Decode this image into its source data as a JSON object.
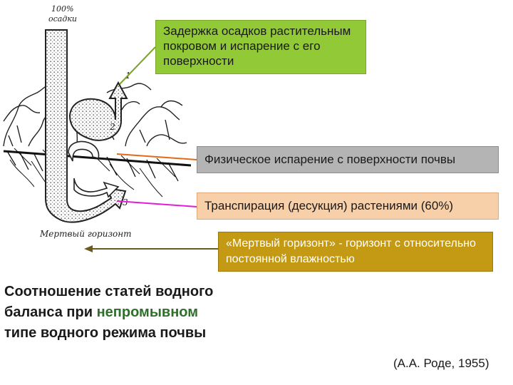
{
  "diagram": {
    "top_label_line1": "100%",
    "top_label_line2": "осадки",
    "marker_1": "1",
    "marker_2": "2",
    "marker_3": "3",
    "dead_horizon_label": "Мертвый горизонт"
  },
  "callouts": {
    "canopy": "Задержка осадков растительным покровом и испарение с его поверхности",
    "soil_evaporation": "Физическое испарение с поверхности почвы",
    "transpiration": "Транспирация (десукция) растениями (60%)",
    "dead_horizon": "«Мертвый горизонт» - горизонт с относительно постоянной влажностью"
  },
  "title": {
    "part1": "Соотношение статей водного баланса при",
    "highlight": "непромывном",
    "part2": "типе водного режима почвы"
  },
  "citation": "(А.А. Роде, 1955)",
  "colors": {
    "canopy_box": "#92c936",
    "evaporation_box": "#b4b4b4",
    "transpiration_box": "#f7cfa9",
    "dead_horizon_box": "#c49a14",
    "connector_orange": "#e06a1a",
    "connector_magenta": "#e01fd6",
    "connector_olive": "#6b5a1a",
    "highlight_text": "#2f6f2b"
  }
}
